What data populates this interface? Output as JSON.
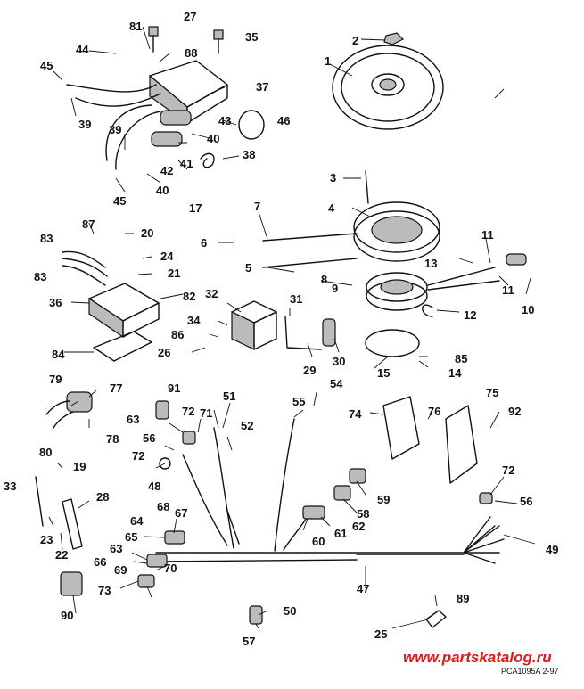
{
  "diagram": {
    "callouts": [
      "1",
      "2",
      "3",
      "4",
      "5",
      "6",
      "7",
      "8",
      "9",
      "10",
      "11",
      "11",
      "12",
      "13",
      "14",
      "15",
      "17",
      "19",
      "20",
      "21",
      "22",
      "23",
      "24",
      "25",
      "26",
      "27",
      "28",
      "29",
      "30",
      "31",
      "32",
      "33",
      "34",
      "35",
      "36",
      "37",
      "38",
      "39",
      "39",
      "40",
      "40",
      "41",
      "42",
      "43",
      "44",
      "45",
      "45",
      "46",
      "47",
      "48",
      "49",
      "50",
      "51",
      "52",
      "54",
      "55",
      "56",
      "56",
      "57",
      "58",
      "59",
      "60",
      "61",
      "62",
      "63",
      "63",
      "64",
      "65",
      "66",
      "67",
      "68",
      "69",
      "70",
      "71",
      "72",
      "72",
      "72",
      "73",
      "74",
      "75",
      "76",
      "77",
      "78",
      "79",
      "80",
      "81",
      "82",
      "83",
      "83",
      "84",
      "85",
      "86",
      "87",
      "88",
      "89",
      "90",
      "91",
      "92"
    ],
    "watermark": "www.partskatalog.ru",
    "figure_code": "PCA1095A  2-97"
  }
}
